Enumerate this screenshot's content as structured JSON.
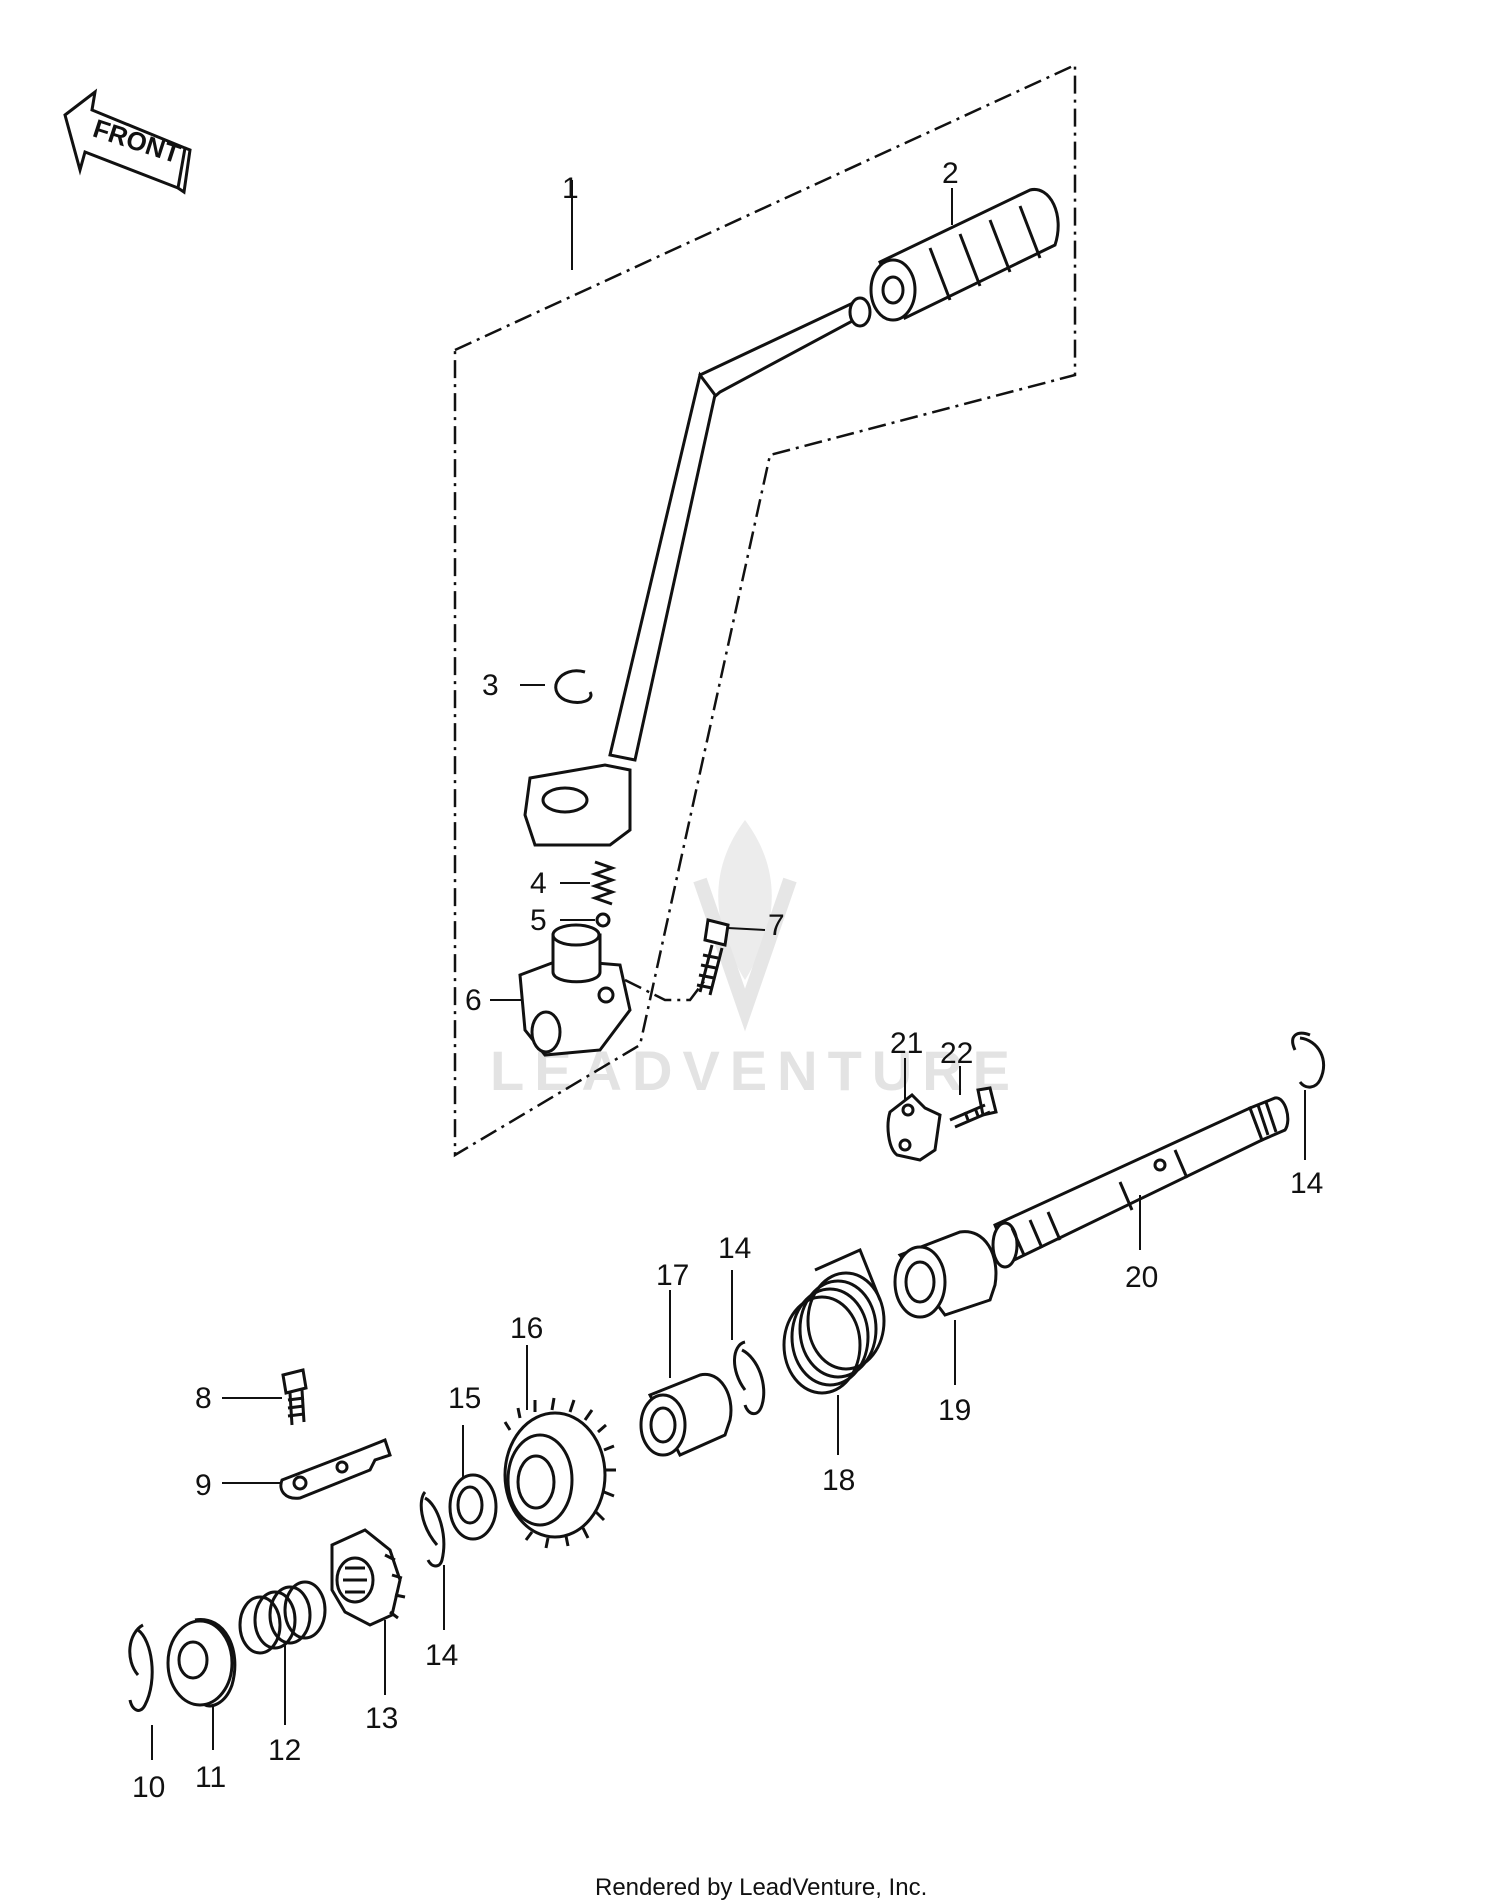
{
  "front_label": "FRONT",
  "watermark": "LEADVENTURE",
  "footer": "Rendered by LeadVenture, Inc.",
  "callouts": {
    "p1": "1",
    "p2": "2",
    "p3": "3",
    "p4": "4",
    "p5": "5",
    "p6": "6",
    "p7": "7",
    "p8": "8",
    "p9": "9",
    "p10": "10",
    "p11": "11",
    "p12": "12",
    "p13": "13",
    "p14a": "14",
    "p14b": "14",
    "p14c": "14",
    "p15": "15",
    "p16": "16",
    "p17": "17",
    "p18": "18",
    "p19": "19",
    "p20": "20",
    "p21": "21",
    "p22": "22"
  }
}
